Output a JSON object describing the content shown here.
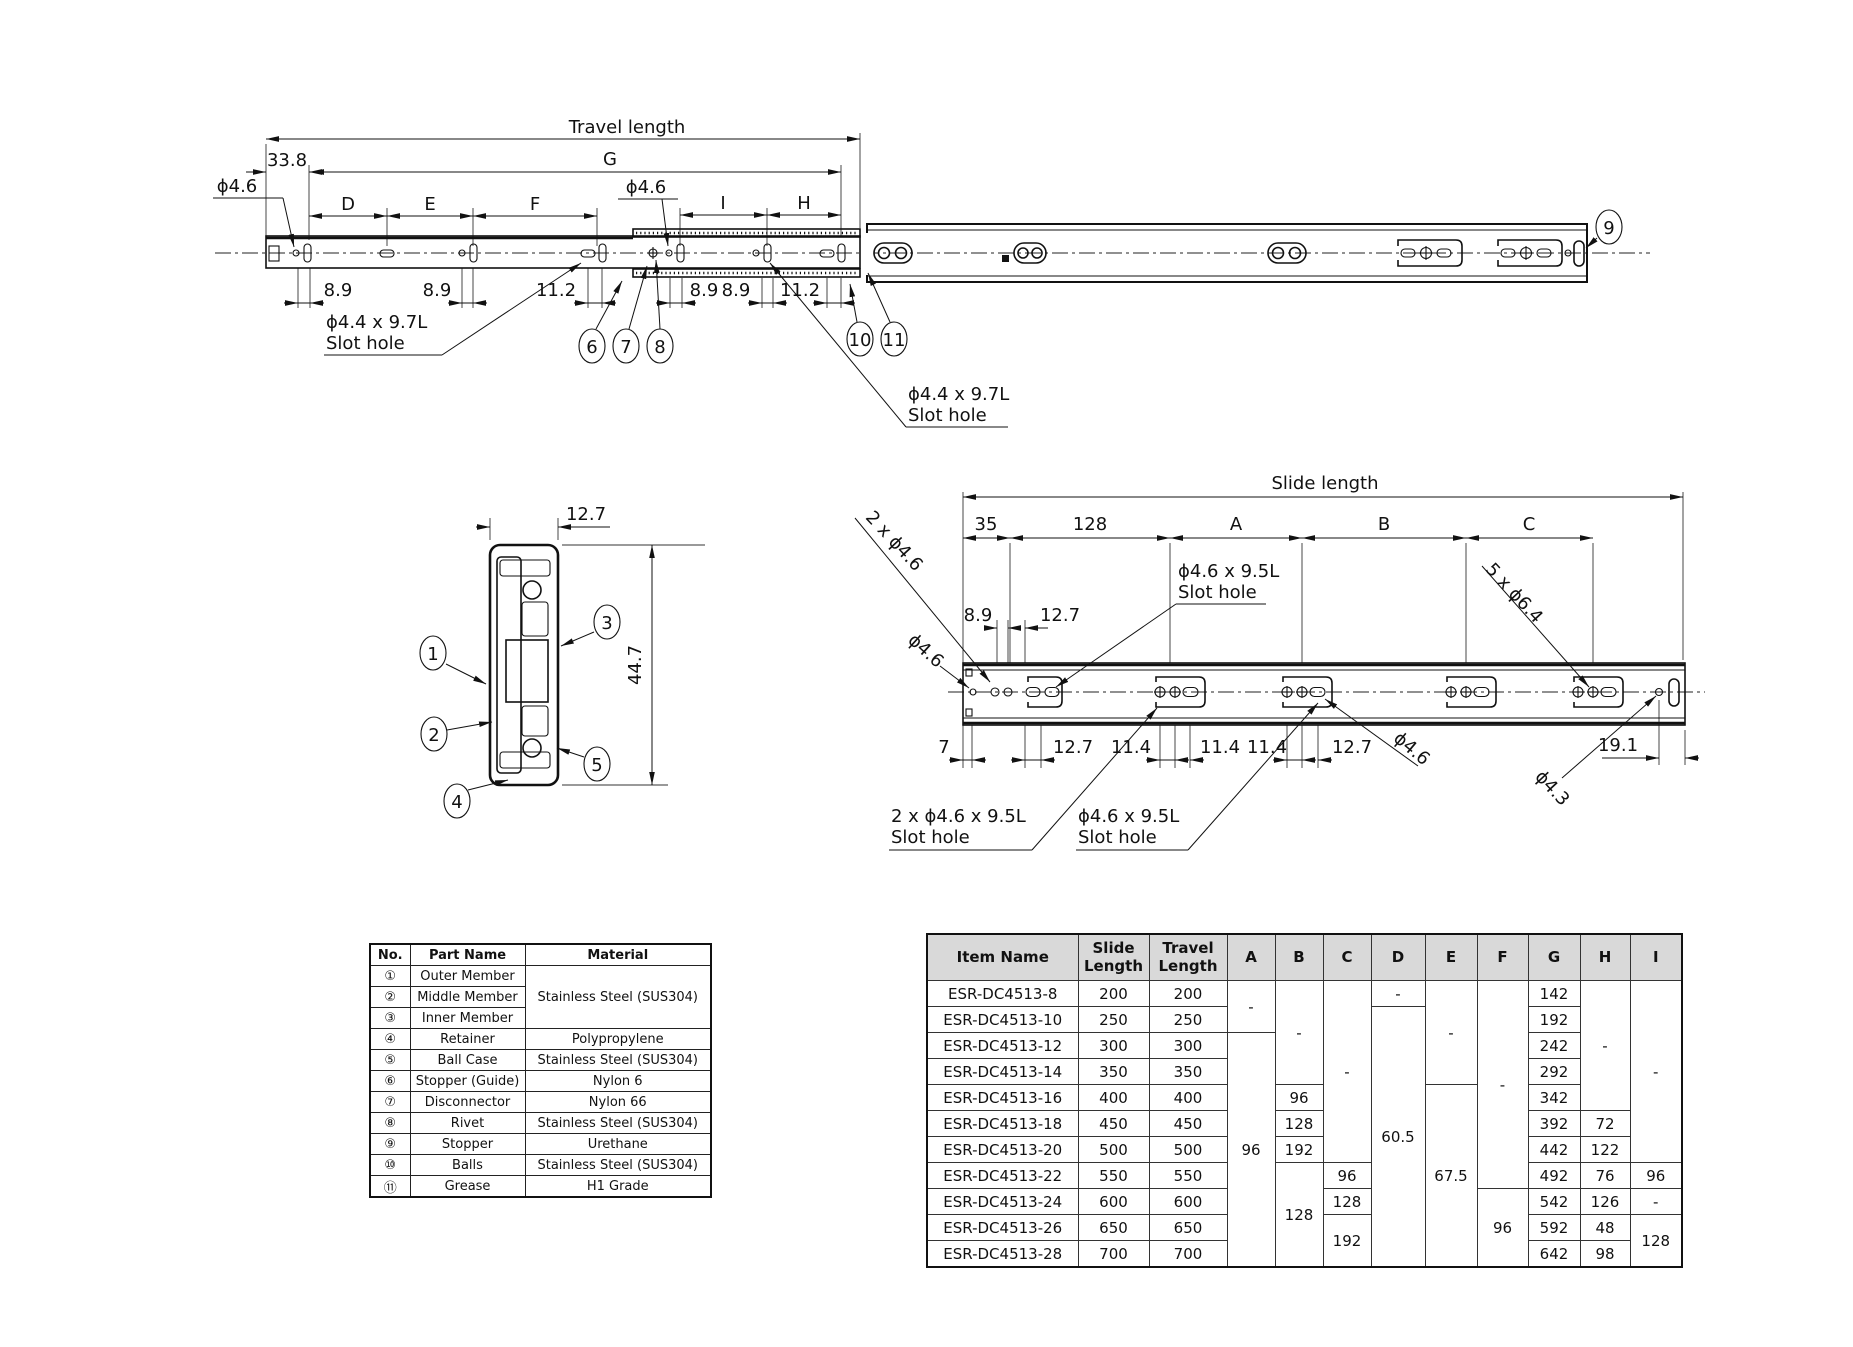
{
  "top_view": {
    "travel_length": "Travel length",
    "dim_33_8": "33.8",
    "dim_g": "G",
    "dia_46_left": "ϕ4.6",
    "dia_46_mid": "ϕ4.6",
    "dim_d": "D",
    "dim_e": "E",
    "dim_f": "F",
    "dim_i": "I",
    "dim_h": "H",
    "dims_bottom": [
      "8.9",
      "8.9",
      "11.2",
      "8.9",
      "8.9",
      "11.2"
    ],
    "slot_left": [
      "ϕ4.4 x 9.7L",
      "Slot hole"
    ],
    "slot_right": [
      "ϕ4.4 x 9.7L",
      "Slot hole"
    ],
    "callouts": [
      "6",
      "7",
      "8",
      "9",
      "10",
      "11"
    ]
  },
  "cross_section": {
    "dim_width": "12.7",
    "dim_height": "44.7",
    "callouts": [
      "1",
      "2",
      "3",
      "4",
      "5"
    ]
  },
  "slide_view": {
    "slide_length": "Slide length",
    "dim_35": "35",
    "dim_128": "128",
    "dim_a": "A",
    "dim_b": "B",
    "dim_c": "C",
    "label_2x46": "2 x ϕ4.6",
    "slot_top": [
      "ϕ4.6 x 9.5L",
      "Slot hole"
    ],
    "label_5x64": "5 x ϕ6.4",
    "dim_89": "8.9",
    "dim_127_top": "12.7",
    "dia_46_left": "ϕ4.6",
    "dims_bottom": [
      "7",
      "12.7",
      "11.4",
      "11.4",
      "11.4",
      "12.7"
    ],
    "dia_46_right": "ϕ4.6",
    "dim_19_1": "19.1",
    "dia_43": "ϕ4.3",
    "slot_bottom_left": [
      "2 x ϕ4.6 x 9.5L",
      "Slot hole"
    ],
    "slot_bottom_right": [
      "ϕ4.6 x 9.5L",
      "Slot hole"
    ]
  },
  "parts_table": {
    "headers": [
      "No.",
      "Part Name",
      "Material"
    ],
    "rows": [
      {
        "no": "①",
        "name": "Outer Member",
        "material": "Stainless Steel (SUS304)"
      },
      {
        "no": "②",
        "name": "Middle Member"
      },
      {
        "no": "③",
        "name": "Inner Member"
      },
      {
        "no": "④",
        "name": "Retainer",
        "material": "Polypropylene"
      },
      {
        "no": "⑤",
        "name": "Ball Case",
        "material": "Stainless Steel (SUS304)"
      },
      {
        "no": "⑥",
        "name": "Stopper (Guide)",
        "material": "Nylon 6"
      },
      {
        "no": "⑦",
        "name": "Disconnector",
        "material": "Nylon 66"
      },
      {
        "no": "⑧",
        "name": "Rivet",
        "material": "Stainless Steel (SUS304)"
      },
      {
        "no": "⑨",
        "name": "Stopper",
        "material": "Urethane"
      },
      {
        "no": "⑩",
        "name": "Balls",
        "material": "Stainless Steel (SUS304)"
      },
      {
        "no": "⑪",
        "name": "Grease",
        "material": "H1 Grade"
      }
    ]
  },
  "dims_table": {
    "headers": [
      "Item Name",
      "Slide Length",
      "Travel Length",
      "A",
      "B",
      "C",
      "D",
      "E",
      "F",
      "G",
      "H",
      "I"
    ],
    "rows": [
      {
        "item": "ESR-DC4513-8",
        "slide": "200",
        "travel": "200",
        "cells": [
          "-",
          "-",
          "-",
          "-",
          "-",
          "-",
          "142",
          "-",
          "-"
        ]
      },
      {
        "item": "ESR-DC4513-10",
        "slide": "250",
        "travel": "250",
        "cells": [
          "60.5",
          "192"
        ]
      },
      {
        "item": "ESR-DC4513-12",
        "slide": "300",
        "travel": "300",
        "cells": [
          "96",
          "242"
        ]
      },
      {
        "item": "ESR-DC4513-14",
        "slide": "350",
        "travel": "350",
        "cells": [
          "292"
        ]
      },
      {
        "item": "ESR-DC4513-16",
        "slide": "400",
        "travel": "400",
        "cells": [
          "96",
          "67.5",
          "342"
        ]
      },
      {
        "item": "ESR-DC4513-18",
        "slide": "450",
        "travel": "450",
        "cells": [
          "128",
          "392",
          "72"
        ]
      },
      {
        "item": "ESR-DC4513-20",
        "slide": "500",
        "travel": "500",
        "cells": [
          "192",
          "442",
          "122"
        ]
      },
      {
        "item": "ESR-DC4513-22",
        "slide": "550",
        "travel": "550",
        "cells": [
          "128",
          "96",
          "492",
          "76",
          "96"
        ]
      },
      {
        "item": "ESR-DC4513-24",
        "slide": "600",
        "travel": "600",
        "cells": [
          "128",
          "96",
          "542",
          "126",
          "-"
        ]
      },
      {
        "item": "ESR-DC4513-26",
        "slide": "650",
        "travel": "650",
        "cells": [
          "192",
          "592",
          "48",
          "128"
        ]
      },
      {
        "item": "ESR-DC4513-28",
        "slide": "700",
        "travel": "700",
        "cells": [
          "642",
          "98"
        ]
      }
    ]
  }
}
